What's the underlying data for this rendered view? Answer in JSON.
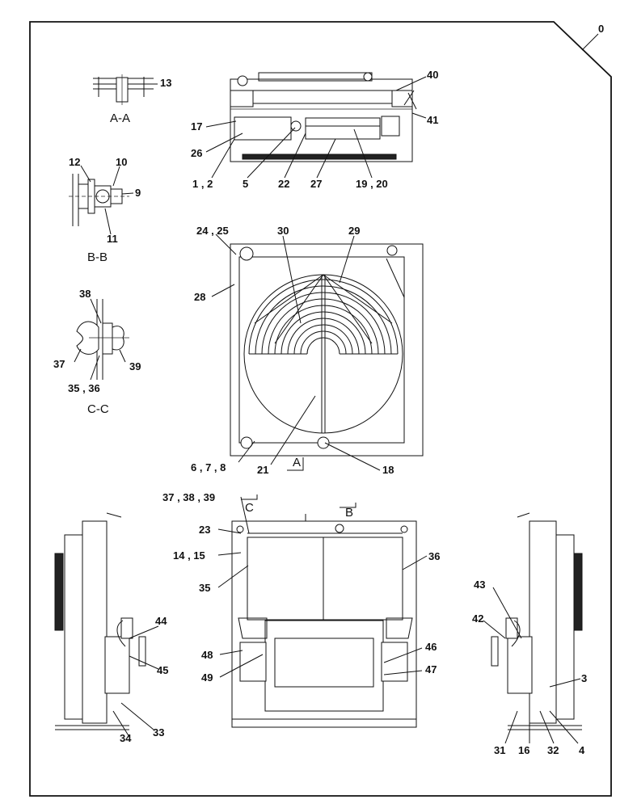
{
  "sheet_number": "0",
  "section_titles": {
    "aa": "A-A",
    "bb": "B-B",
    "cc": "C-C",
    "cut_a": "A",
    "cut_b": "B",
    "cut_c": "C"
  },
  "callouts": {
    "c13": "13",
    "c40": "40",
    "c41": "41",
    "c17": "17",
    "c26": "26",
    "c1_2": "1 , 2",
    "c5": "5",
    "c22": "22",
    "c27": "27",
    "c19_20": "19 , 20",
    "c12": "12",
    "c10": "10",
    "c9": "9",
    "c11": "11",
    "c24_25": "24 , 25",
    "c30": "30",
    "c29": "29",
    "c28": "28",
    "c38": "38",
    "c37": "37",
    "c39": "39",
    "c35_36": "35 , 36",
    "c6_7_8": "6 , 7 , 8",
    "c21": "21",
    "c18": "18",
    "c37_38_39": "37 , 38 , 39",
    "c23": "23",
    "c14_15": "14 , 15",
    "c35": "35",
    "c36": "36",
    "c48": "48",
    "c49": "49",
    "c46": "46",
    "c47": "47",
    "c44": "44",
    "c45": "45",
    "c33": "33",
    "c34": "34",
    "c43": "43",
    "c42": "42",
    "c3": "3",
    "c31": "31",
    "c16": "16",
    "c32": "32",
    "c4": "4"
  }
}
